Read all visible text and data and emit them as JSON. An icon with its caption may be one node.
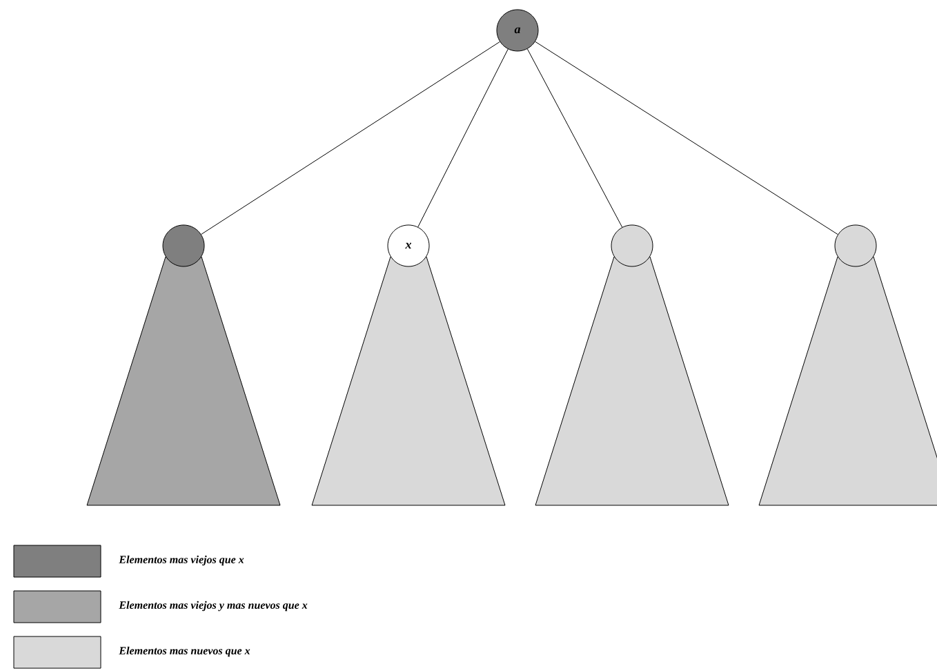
{
  "diagram": {
    "nodes": [
      {
        "text": [
          "a"
        ]
      },
      {
        "text": [],
        "shape": "circle"
      },
      {
        "text": [
          "x"
        ]
      },
      {
        "text": [],
        "shape": "circle"
      },
      {
        "text": [],
        "shape": "circle"
      },
      {
        "text": [],
        "shape": "triangle"
      },
      {
        "text": [],
        "shape": "triangle"
      },
      {
        "text": [],
        "shape": "triangle"
      },
      {
        "text": [],
        "shape": "triangle"
      }
    ],
    "edges": [
      {
        "from": 0,
        "to": 1,
        "arrow": "none"
      },
      {
        "from": 0,
        "to": 2,
        "arrow": "none"
      },
      {
        "from": 0,
        "to": 3,
        "arrow": "none"
      },
      {
        "from": 0,
        "to": 4,
        "arrow": "none"
      }
    ],
    "legend": [
      {
        "text": "Elementos mas viejos que x",
        "color": "#7f7f7f"
      },
      {
        "text": "Elementos mas viejos y mas nuevos que x",
        "color": "#a6a6a6"
      },
      {
        "text": "Elementos mas nuevos que x",
        "color": "#d9d9d9"
      }
    ]
  }
}
